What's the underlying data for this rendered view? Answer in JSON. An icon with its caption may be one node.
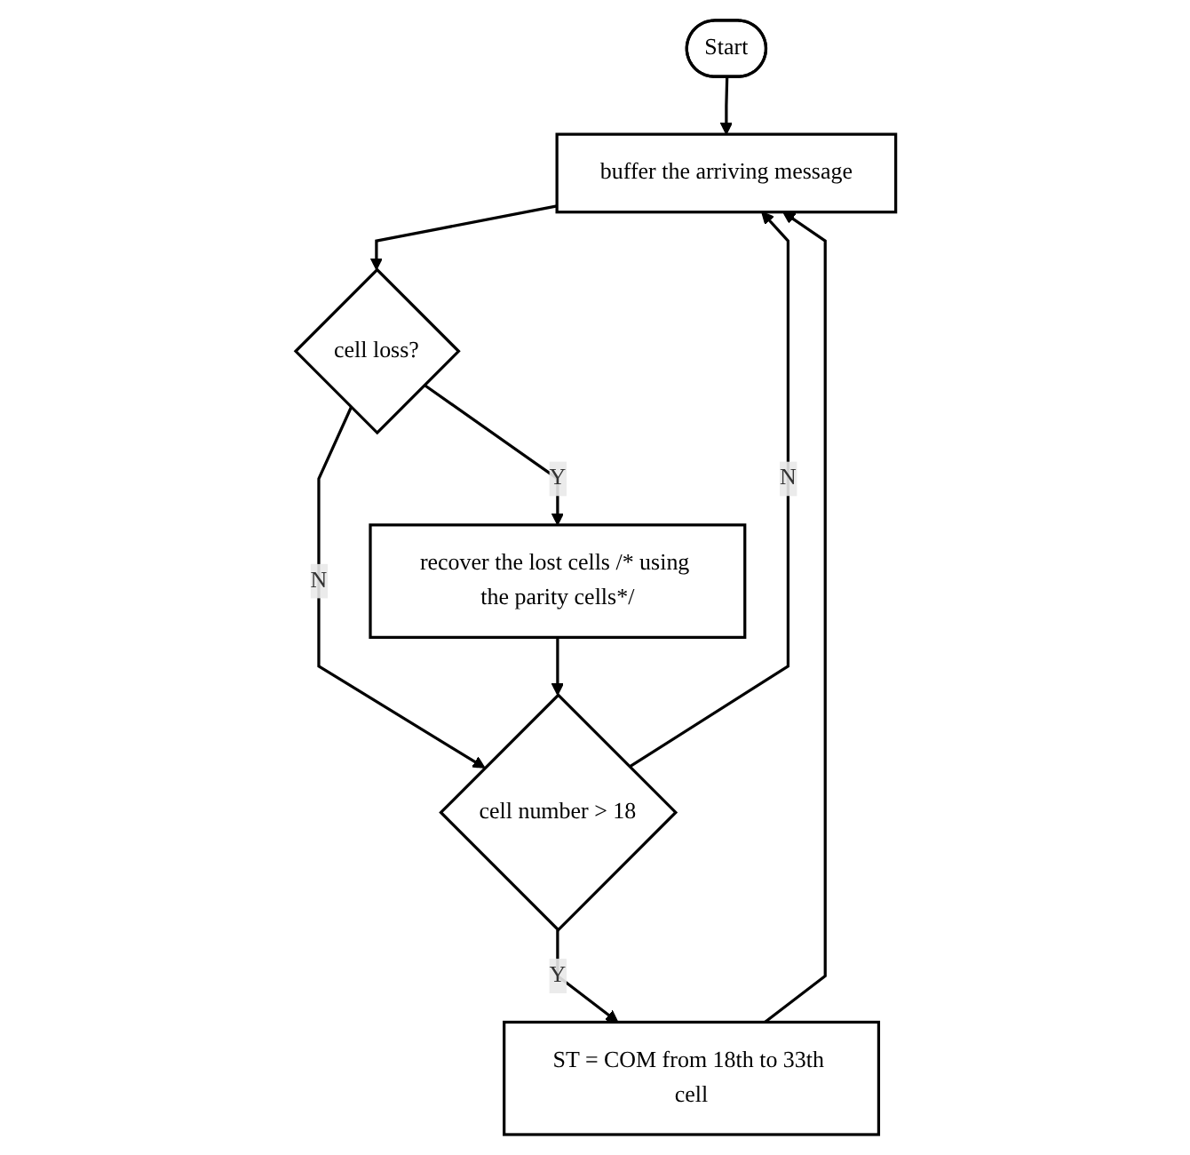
{
  "diagram": {
    "nodes": [
      {
        "text": [
          "Start"
        ]
      },
      {
        "text": [
          "buffer the arriving message"
        ]
      },
      {
        "text": [
          "cell loss?"
        ]
      },
      {
        "text": [
          "recover the lost cells /* using the parity cells*/"
        ]
      },
      {
        "text": [
          "cell number > 18"
        ]
      },
      {
        "text": [
          "ST = COM from 18th to 33th cell"
        ]
      }
    ],
    "edges": [
      {
        "from": 0,
        "to": 1,
        "arrow": "to"
      },
      {
        "from": 1,
        "to": 2,
        "arrow": "to"
      },
      {
        "from": 2,
        "to": 3,
        "label": "Y",
        "arrow": "to"
      },
      {
        "from": 2,
        "to": 4,
        "label": "N",
        "arrow": "to"
      },
      {
        "from": 3,
        "to": 4,
        "arrow": "to"
      },
      {
        "from": 4,
        "to": 5,
        "label": "Y",
        "arrow": "to"
      },
      {
        "from": 4,
        "to": 1,
        "label": "N",
        "arrow": "to"
      },
      {
        "from": 5,
        "to": 1,
        "arrow": "to"
      }
    ]
  }
}
